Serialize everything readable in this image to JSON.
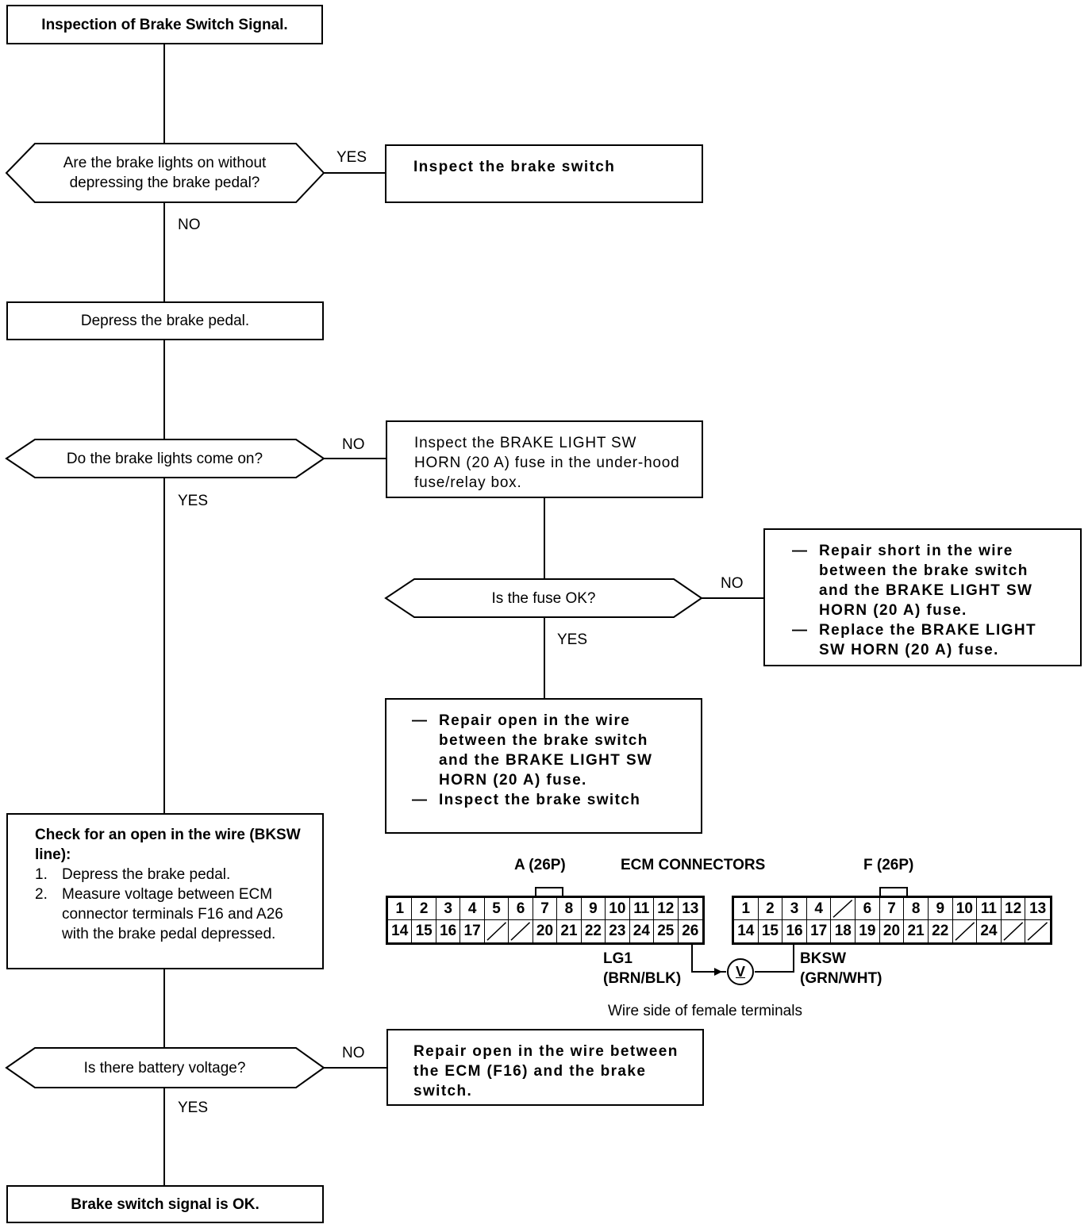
{
  "flowchart": {
    "start": "Inspection of Brake Switch Signal.",
    "q1": {
      "text": "Are the brake lights on without depressing the brake pedal?",
      "yes_label": "YES",
      "no_label": "NO"
    },
    "action_inspect_switch": "Inspect the brake switch",
    "step_depress": "Depress the brake pedal.",
    "q2": {
      "text": "Do the brake lights come on?",
      "no_label": "NO",
      "yes_label": "YES"
    },
    "action_inspect_fuse": "Inspect the BRAKE LIGHT SW HORN (20 A) fuse in the under-hood fuse/relay box.",
    "q3": {
      "text": "Is the fuse OK?",
      "no_label": "NO",
      "yes_label": "YES"
    },
    "action_repair_short": {
      "items": [
        "Repair short in the wire between the brake switch and the BRAKE LIGHT SW HORN (20 A) fuse.",
        "Replace the BRAKE LIGHT SW HORN (20 A) fuse."
      ]
    },
    "action_repair_open_fuse": {
      "items": [
        "Repair open in the wire between the brake switch and the BRAKE LIGHT SW HORN (20 A) fuse.",
        "Inspect the brake switch"
      ]
    },
    "check_open": {
      "title": "Check for an open in the wire (BKSW line):",
      "steps": [
        {
          "num": "1.",
          "text": "Depress the brake pedal."
        },
        {
          "num": "2.",
          "text": "Measure voltage between ECM connector terminals F16 and A26 with the brake pedal depressed."
        }
      ]
    },
    "q4": {
      "text": "Is there battery voltage?",
      "no_label": "NO",
      "yes_label": "YES"
    },
    "action_repair_open_ecm": "Repair open in the wire between the ECM (F16) and the brake switch.",
    "end": "Brake switch signal is OK."
  },
  "connectors": {
    "title": "ECM CONNECTORS",
    "caption": "Wire side of female terminals",
    "connector_a": {
      "label": "A (26P)",
      "row1": [
        "1",
        "2",
        "3",
        "4",
        "5",
        "6",
        "7",
        "8",
        "9",
        "10",
        "11",
        "12",
        "13"
      ],
      "row2": [
        "14",
        "15",
        "16",
        "17",
        "",
        "",
        "20",
        "21",
        "22",
        "23",
        "24",
        "25",
        "26"
      ]
    },
    "connector_f": {
      "label": "F (26P)",
      "row1": [
        "1",
        "2",
        "3",
        "4",
        "",
        "6",
        "7",
        "8",
        "9",
        "10",
        "11",
        "12",
        "13"
      ],
      "row2": [
        "14",
        "15",
        "16",
        "17",
        "18",
        "19",
        "20",
        "21",
        "22",
        "",
        "24",
        "",
        ""
      ]
    },
    "wire_a": {
      "name": "LG1",
      "color": "(BRN/BLK)"
    },
    "wire_f": {
      "name": "BKSW",
      "color": "(GRN/WHT)"
    },
    "meter_symbol": "V"
  }
}
